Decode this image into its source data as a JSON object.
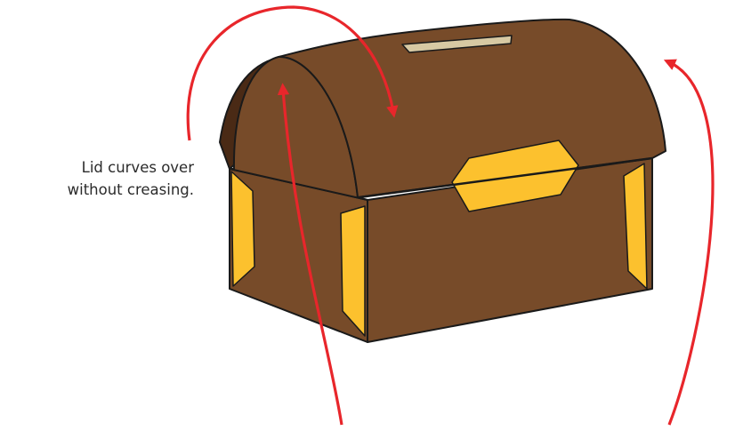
{
  "caption": "Lid curves over\nwithout creasing.",
  "colors": {
    "chest_brown": "#774b29",
    "chest_dark": "#4a2a15",
    "brass": "#fcc12e",
    "coin_slot": "#d7c9a3",
    "outline": "#1a1a1a",
    "arrow": "#e8262b"
  },
  "illustration": {
    "subject": "treasure-chest",
    "arrows": [
      {
        "name": "arrow-lid-top-left-curve",
        "direction": "down-right"
      },
      {
        "name": "arrow-lid-left-edge",
        "direction": "up"
      },
      {
        "name": "arrow-lid-right-edge",
        "direction": "up-left"
      }
    ]
  }
}
